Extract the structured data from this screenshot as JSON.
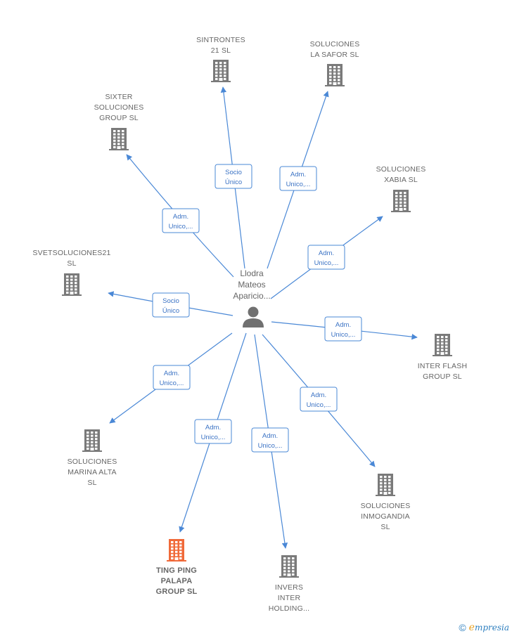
{
  "center": {
    "lines": [
      "Llodra",
      "Mateos",
      "Aparicio..."
    ]
  },
  "colors": {
    "edge": "#4a88d6",
    "building": "#7a7a7a",
    "highlight": "#f06a3a"
  },
  "nodes": [
    {
      "id": "sintrontes",
      "lines": [
        "SINTRONTES",
        "21  SL"
      ],
      "highlight": false,
      "icon": "building-icon"
    },
    {
      "id": "soluciones-la-safor",
      "lines": [
        "SOLUCIONES",
        "LA SAFOR  SL"
      ],
      "highlight": false,
      "icon": "building-icon"
    },
    {
      "id": "sixter",
      "lines": [
        "SIXTER",
        "SOLUCIONES",
        "GROUP  SL"
      ],
      "highlight": false,
      "icon": "building-icon"
    },
    {
      "id": "soluciones-xabia",
      "lines": [
        "SOLUCIONES",
        "XABIA  SL"
      ],
      "highlight": false,
      "icon": "building-icon"
    },
    {
      "id": "svetsoluciones21",
      "lines": [
        "SVETSOLUCIONES21",
        "SL"
      ],
      "highlight": false,
      "icon": "building-icon"
    },
    {
      "id": "inter-flash",
      "lines": [
        "INTER FLASH",
        "GROUP  SL"
      ],
      "highlight": false,
      "icon": "building-icon"
    },
    {
      "id": "soluciones-marina-alta",
      "lines": [
        "SOLUCIONES",
        "MARINA ALTA",
        "SL"
      ],
      "highlight": false,
      "icon": "building-icon"
    },
    {
      "id": "soluciones-inmogandia",
      "lines": [
        "SOLUCIONES",
        "INMOGANDIA",
        "SL"
      ],
      "highlight": false,
      "icon": "building-icon"
    },
    {
      "id": "ting-ping",
      "lines": [
        "TING PING",
        "PALAPA",
        "GROUP  SL"
      ],
      "highlight": true,
      "icon": "building-icon"
    },
    {
      "id": "invers-inter",
      "lines": [
        "INVERS",
        "INTER",
        "HOLDING..."
      ],
      "highlight": false,
      "icon": "building-icon"
    }
  ],
  "edges": [
    {
      "to": "sintrontes",
      "lines": [
        "Socio",
        "Único"
      ]
    },
    {
      "to": "soluciones-la-safor",
      "lines": [
        "Adm.",
        "Unico,..."
      ]
    },
    {
      "to": "sixter",
      "lines": [
        "Adm.",
        "Unico,..."
      ]
    },
    {
      "to": "soluciones-xabia",
      "lines": [
        "Adm.",
        "Unico,..."
      ]
    },
    {
      "to": "svetsoluciones21",
      "lines": [
        "Socio",
        "Único"
      ]
    },
    {
      "to": "inter-flash",
      "lines": [
        "Adm.",
        "Unico,..."
      ]
    },
    {
      "to": "soluciones-marina-alta",
      "lines": [
        "Adm.",
        "Unico,..."
      ]
    },
    {
      "to": "soluciones-inmogandia",
      "lines": [
        "Adm.",
        "Unico,..."
      ]
    },
    {
      "to": "ting-ping",
      "lines": [
        "Adm.",
        "Unico,..."
      ]
    },
    {
      "to": "invers-inter",
      "lines": [
        "Adm.",
        "Unico,..."
      ]
    }
  ],
  "footer": {
    "copyright": "©",
    "brand_initial": "e",
    "brand_rest": "mpresia"
  }
}
